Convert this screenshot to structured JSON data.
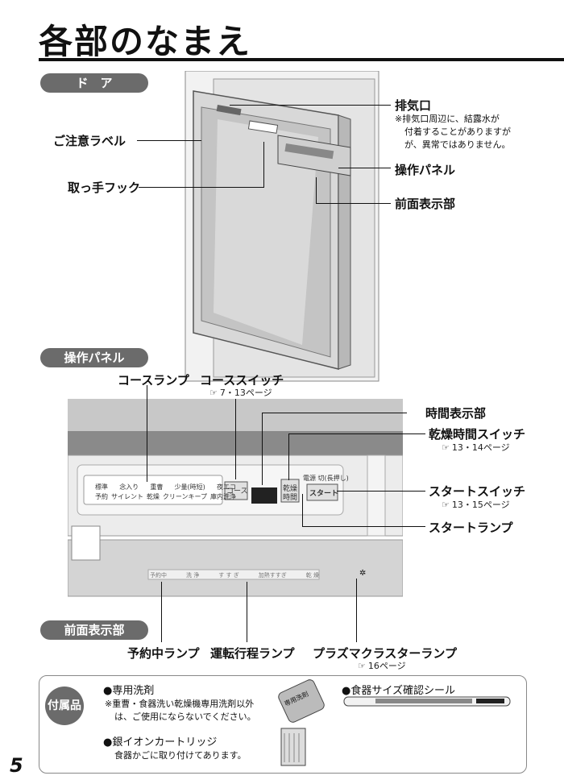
{
  "title": "各部のなまえ",
  "sections": {
    "door": "ド　ア",
    "panel": "操作パネル",
    "front": "前面表示部"
  },
  "door_labels": {
    "exhaust": "排気口",
    "exhaust_note_1": "※排気口周辺に、結露水が",
    "exhaust_note_2": "付着することがありますが",
    "exhaust_note_3": "が、異常ではありません。",
    "caution_label": "ご注意ラベル",
    "handle_hook": "取っ手フック",
    "control_panel": "操作パネル",
    "front_display": "前面表示部"
  },
  "panel_labels": {
    "course_lamp": "コースランプ",
    "course_switch": "コーススイッチ",
    "course_switch_ref": "7・13ページ",
    "time_display": "時間表示部",
    "dry_time_switch": "乾燥時間スイッチ",
    "dry_time_switch_ref": "13・14ページ",
    "start_switch": "スタートスイッチ",
    "start_switch_ref": "13・15ページ",
    "start_lamp": "スタートランプ"
  },
  "panel_face": {
    "row1": [
      "標準",
      "念入り",
      "重曹",
      "少量(時短)",
      "夜エコ"
    ],
    "row2": [
      "予約",
      "サイレント",
      "乾燥",
      "クリーンキープ",
      "庫内洗浄"
    ],
    "course_btn": "コース",
    "dry_btn_1": "乾燥",
    "dry_btn_2": "時間",
    "power_note": "電源 切(長押し)",
    "start_btn": "スタート"
  },
  "front_face": [
    "予約中",
    "洗 浄",
    "す す ぎ",
    "加熱すすぎ",
    "乾 燥"
  ],
  "front_labels": {
    "reservation_lamp": "予約中ランプ",
    "process_lamp": "運転行程ランプ",
    "plasma_lamp": "プラズマクラスターランプ",
    "plasma_ref": "16ページ"
  },
  "accessories": {
    "badge": "付属品",
    "detergent_head": "●専用洗剤",
    "detergent_note_1": "※重曹・食器洗い乾燥機専用洗剤以外",
    "detergent_note_2": "は、ご使用にならないでください。",
    "detergent_pack": "専用洗剤",
    "cartridge_head": "●銀イオンカートリッジ",
    "cartridge_note": "食器かごに取り付けてあります。",
    "size_sticker_head": "●食器サイズ確認シール"
  },
  "page_number": "5",
  "colors": {
    "pill": "#6b6b6b",
    "line": "#111111"
  },
  "icons": {
    "ref": "pointing-hand-icon"
  }
}
